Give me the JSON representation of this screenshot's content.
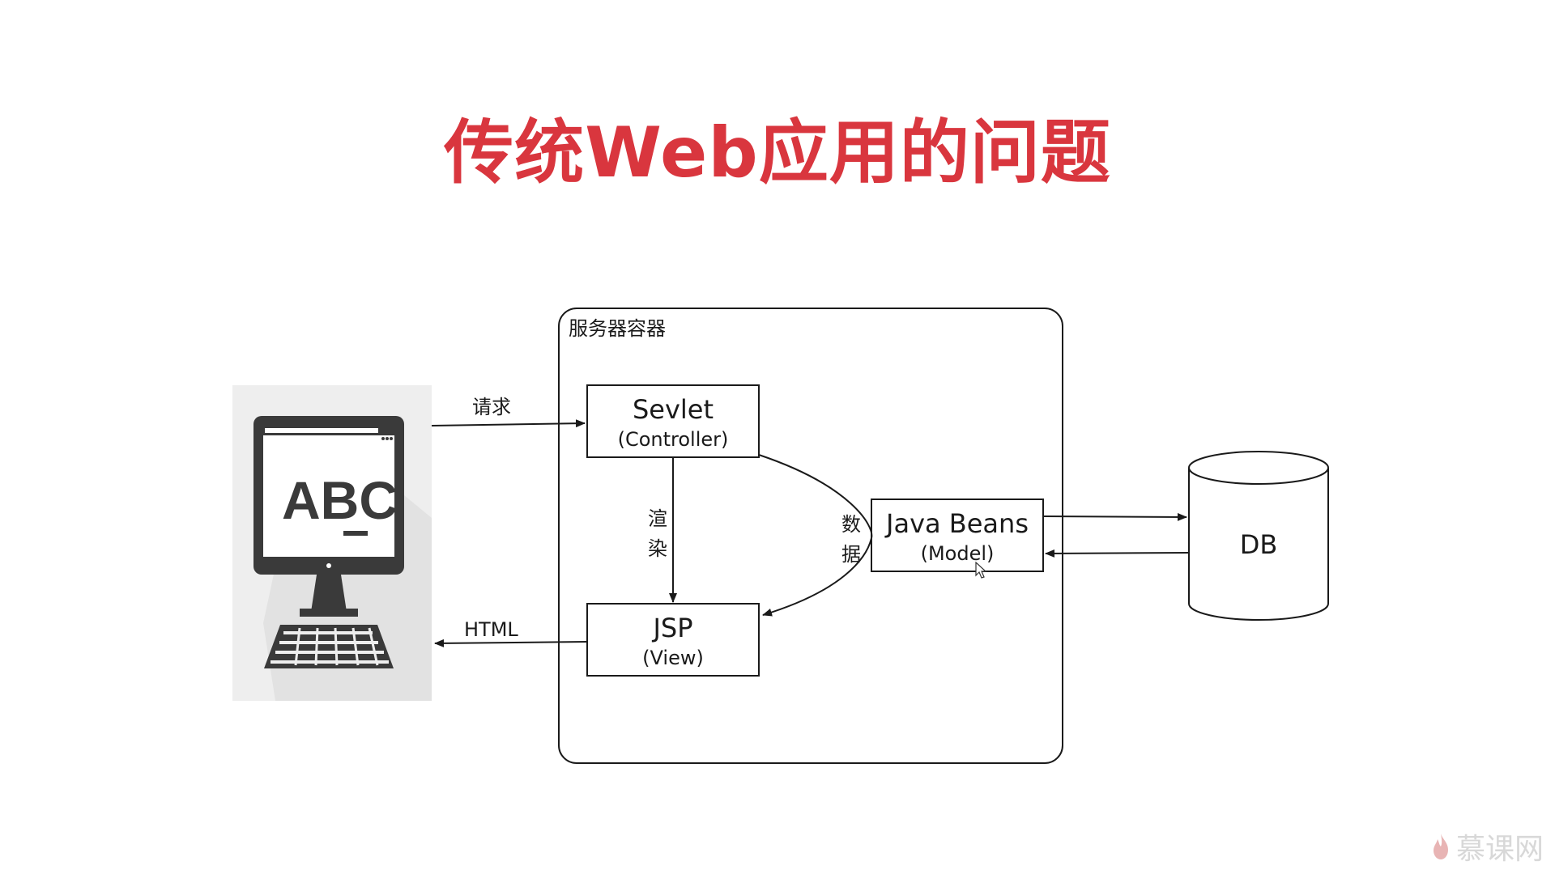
{
  "slide": {
    "title": "传统Web应用的问题"
  },
  "diagram": {
    "container_label": "服务器容器",
    "request_label": "请求",
    "html_label": "HTML",
    "render_label_1": "渲",
    "render_label_2": "染",
    "data_label_1": "数",
    "data_label_2": "据",
    "servlet": {
      "name": "Sevlet",
      "role": "(Controller)"
    },
    "jsp": {
      "name": "JSP",
      "role": "(View)"
    },
    "beans": {
      "name": "Java Beans",
      "role": "(Model)"
    },
    "db_label": "DB",
    "client_screen_text": "ABC"
  },
  "watermark": {
    "text": "慕课网"
  },
  "colors": {
    "title": "#d9363e",
    "line": "#1a1a1a",
    "client_bg": "#eeeeee",
    "client_dark": "#3a3a3a",
    "watermark": "#d8d8d8"
  }
}
